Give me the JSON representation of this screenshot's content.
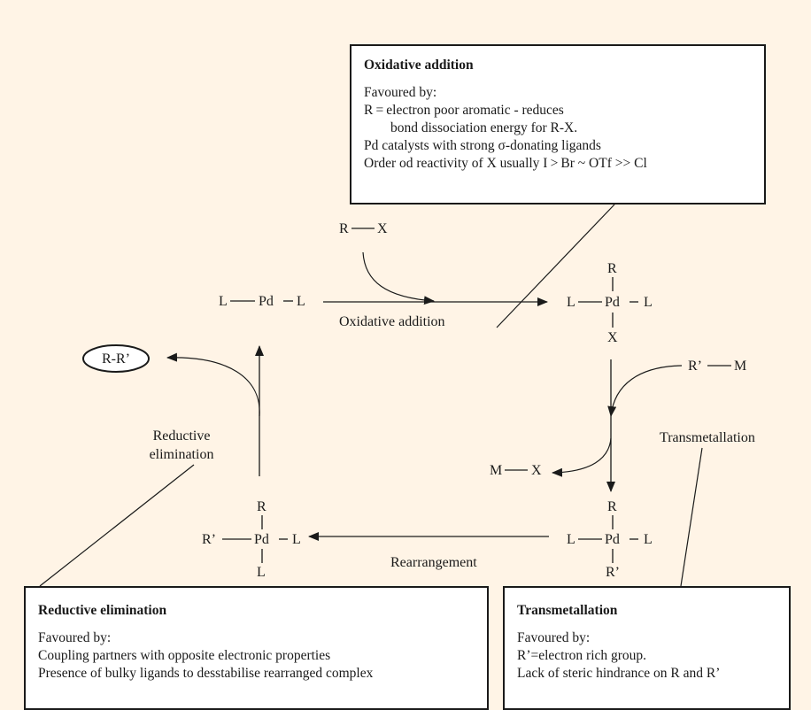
{
  "colors": {
    "background": "#fff4e6",
    "ink": "#1a1a1a",
    "box_fill": "#ffffff"
  },
  "oxidative_box": {
    "title": "Oxidative addition",
    "lines": [
      "Favoured by:",
      "R = electron poor aromatic - reduces",
      "bond dissociation energy for R-X.",
      "Pd catalysts with strong σ-donating ligands",
      "Order od reactivity of X usually I > Br ~ OTf >> Cl"
    ]
  },
  "reductive_box": {
    "title": "Reductive elimination",
    "lines": [
      "Favoured by:",
      "Coupling partners with opposite electronic properties",
      "Presence of bulky ligands to desstabilise rearranged complex"
    ]
  },
  "transmetallation_box": {
    "title": "Transmetallation",
    "lines": [
      "Favoured by:",
      "R’=electron rich group.",
      "Lack of steric hindrance on R and R’"
    ]
  },
  "species": {
    "l": "L",
    "pd": "Pd",
    "r": "R",
    "x": "X",
    "r_prime": "R’",
    "m": "M",
    "product": "R-R’"
  },
  "step_labels": {
    "oxidative_addition": "Oxidative addition",
    "rearrangement": "Rearrangement",
    "reductive_line1": "Reductive",
    "reductive_line2": "elimination",
    "transmetallation": "Transmetallation"
  }
}
